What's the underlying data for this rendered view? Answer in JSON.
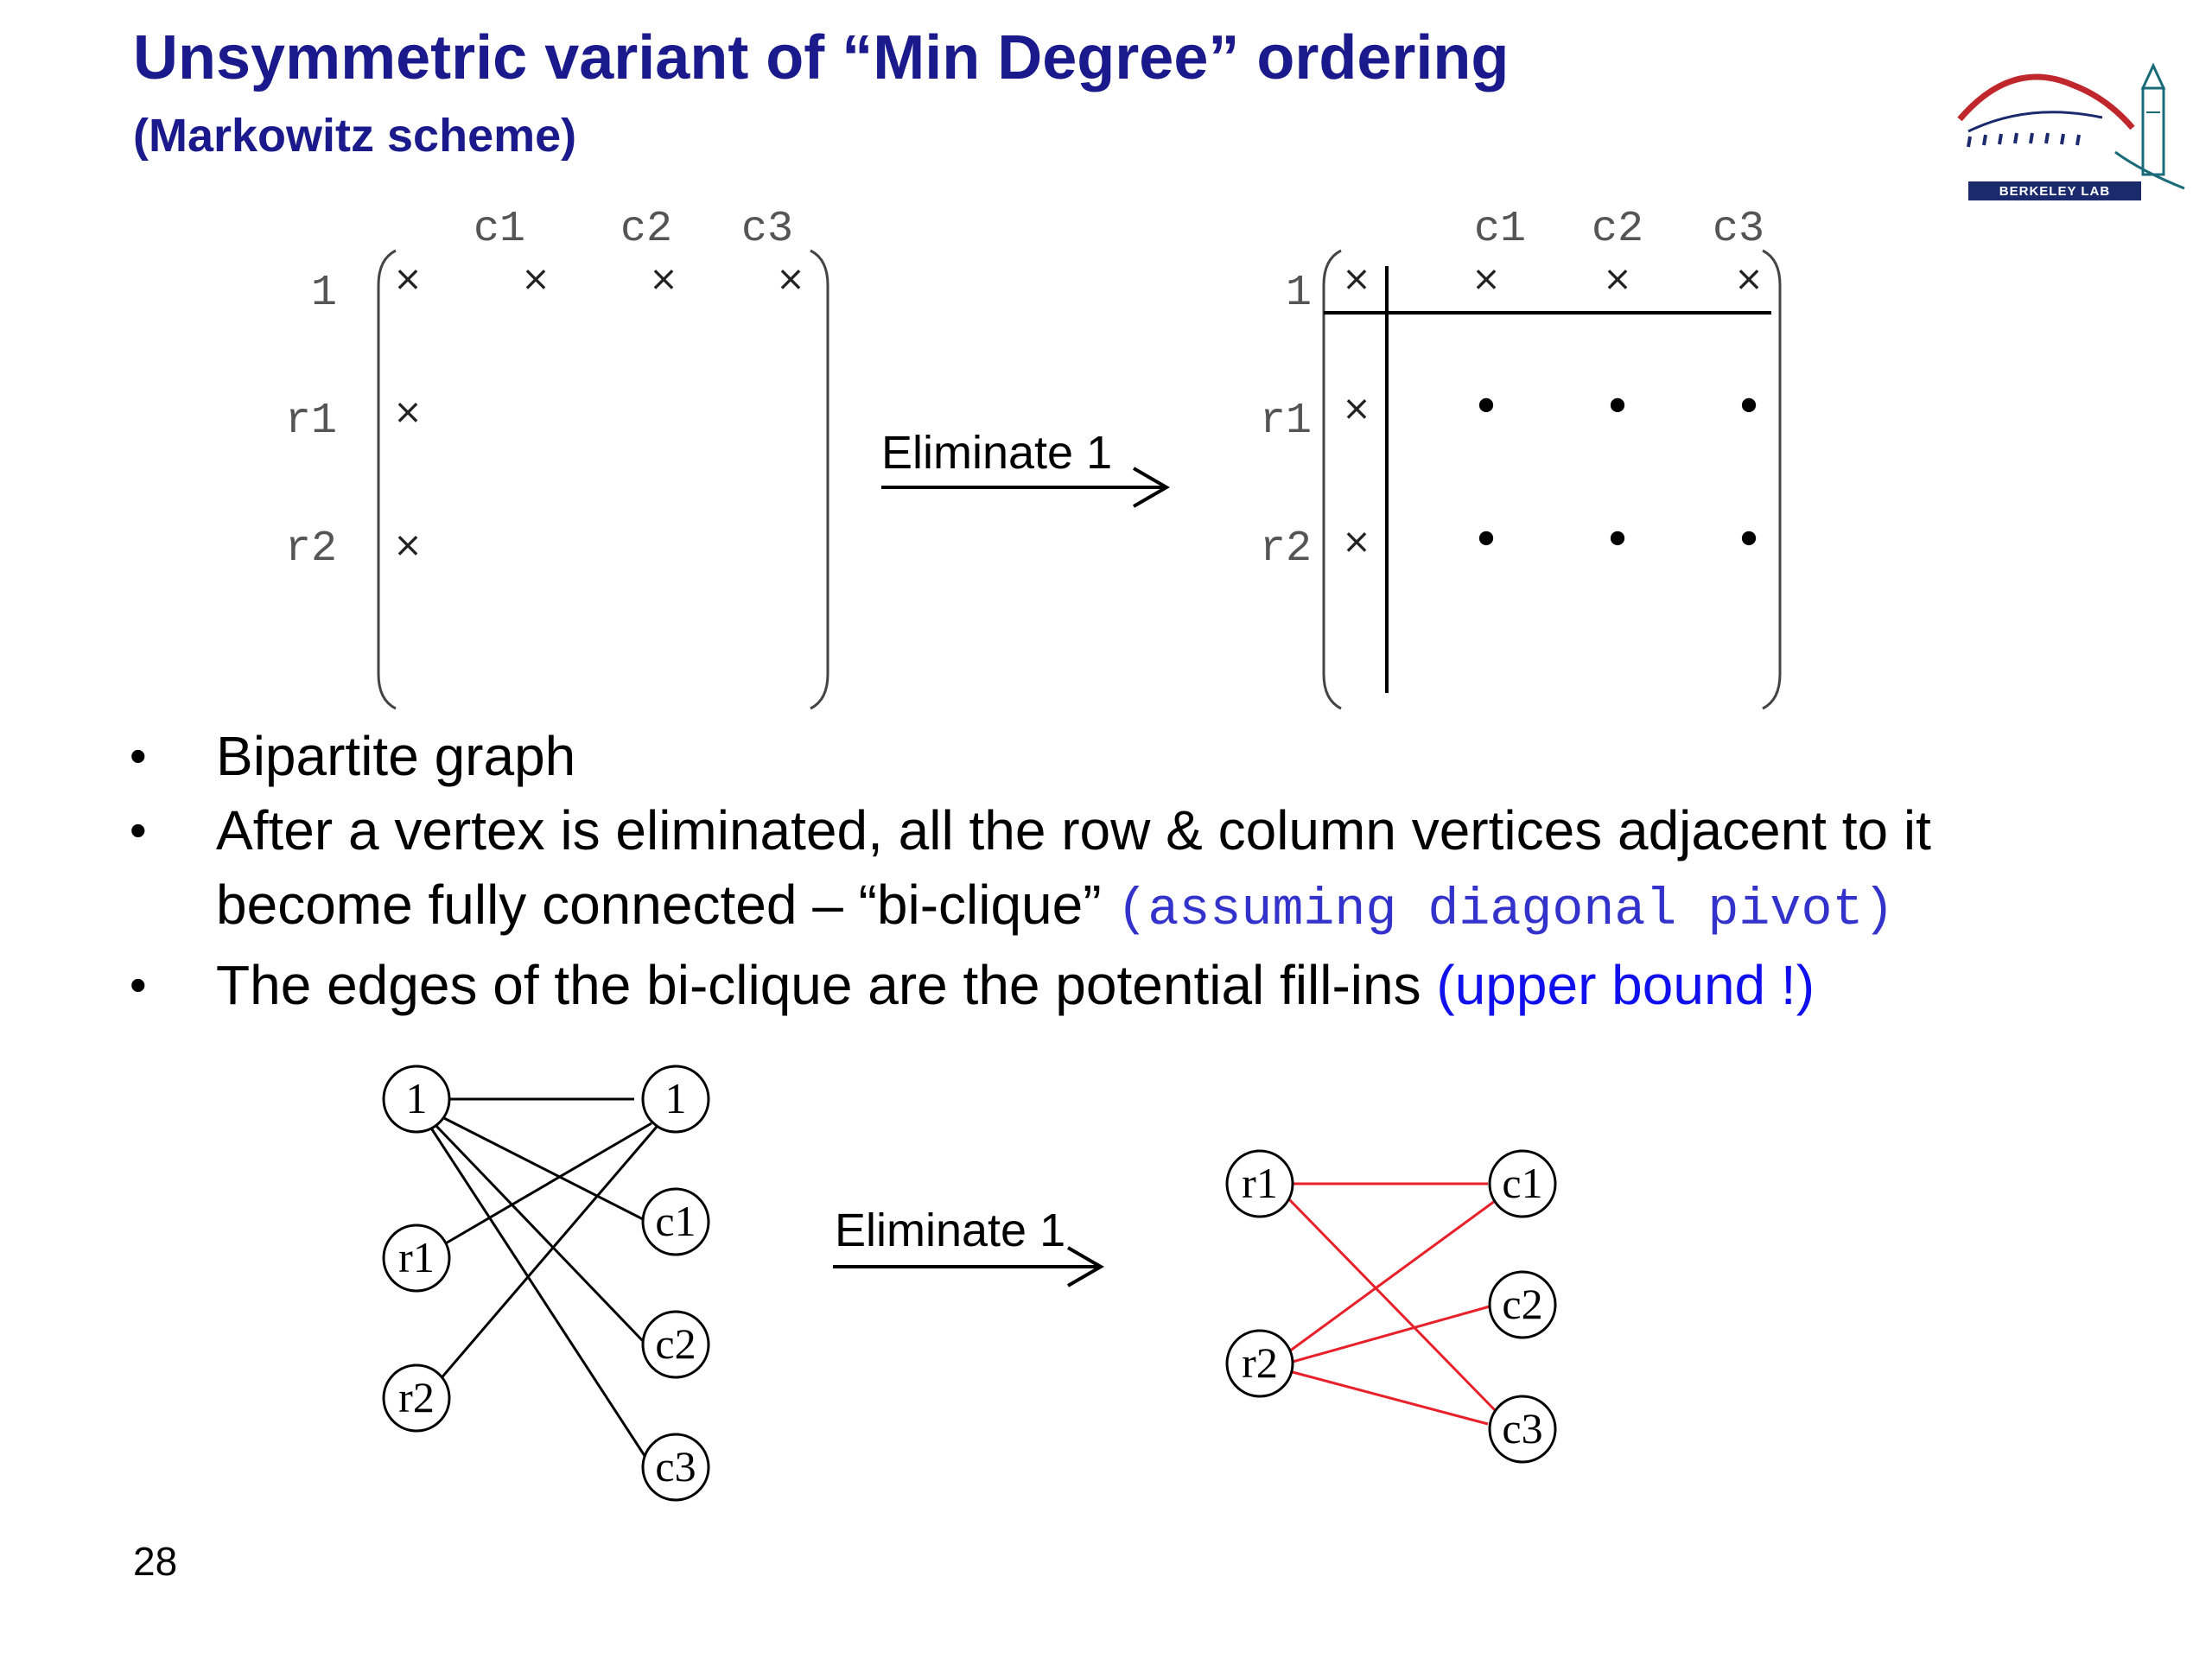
{
  "slide": {
    "title": "Unsymmetric variant of “Min Degree” ordering",
    "subtitle": "(Markowitz scheme)",
    "page_number": "28",
    "logo_text": "BERKELEY LAB"
  },
  "matrix_left": {
    "col_labels": [
      "c1",
      "c2",
      "c3"
    ],
    "row_labels": [
      "1",
      "r1",
      "r2"
    ],
    "row1_marks": [
      "×",
      "×",
      "×",
      "×"
    ],
    "col1_marks": [
      "×",
      "×"
    ]
  },
  "matrix_arrow_label": "Eliminate 1",
  "matrix_right": {
    "col_labels": [
      "c1",
      "c2",
      "c3"
    ],
    "row_labels": [
      "1",
      "r1",
      "r2"
    ],
    "row1_marks": [
      "×",
      "×",
      "×",
      "×"
    ],
    "col1_marks": [
      "×",
      "×"
    ],
    "fill_symbol": "•"
  },
  "bullets": {
    "b1": "Bipartite graph",
    "b2_line1": "After a vertex is eliminated, all the row & column vertices adjacent to it",
    "b2_line2": "become fully connected – “bi-clique”",
    "b2_note": "(assuming diagonal pivot)",
    "b3_main": "The edges of the bi-clique are the potential fill-ins",
    "b3_note": "(upper bound !)"
  },
  "graph_left": {
    "row_nodes": [
      "1",
      "r1",
      "r2"
    ],
    "col_nodes": [
      "1",
      "c1",
      "c2",
      "c3"
    ],
    "edge_color": "#000000"
  },
  "graph_arrow_label": "Eliminate 1",
  "graph_right": {
    "row_nodes": [
      "r1",
      "r2"
    ],
    "col_nodes": [
      "c1",
      "c2",
      "c3"
    ],
    "edge_color": "#e8202a"
  },
  "colors": {
    "title": "#1a1a8c",
    "note_mono": "#3333cc",
    "note_sans": "#1010ee",
    "fill_edges": "#e8202a"
  }
}
